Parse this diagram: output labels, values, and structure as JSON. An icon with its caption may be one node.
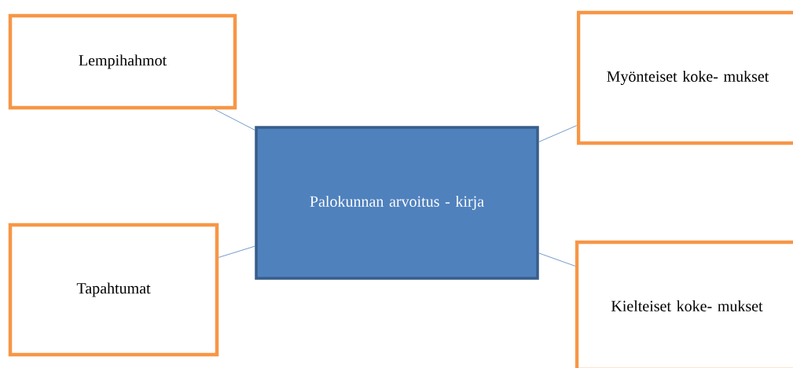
{
  "diagram": {
    "nodes": [
      {
        "text": [
          "Palokunnan arvoitus - kirja"
        ]
      },
      {
        "text": [
          "Lempihahmot"
        ]
      },
      {
        "text": [
          "Myönteiset koke- mukset"
        ]
      },
      {
        "text": [
          "Tapahtumat"
        ]
      },
      {
        "text": [
          "Kielteiset koke- mukset"
        ]
      }
    ],
    "edges": [
      {
        "from": 1,
        "to": 0,
        "arrow": "none"
      },
      {
        "from": 2,
        "to": 0,
        "arrow": "none"
      },
      {
        "from": 3,
        "to": 0,
        "arrow": "none"
      },
      {
        "from": 4,
        "to": 0,
        "arrow": "none"
      }
    ]
  }
}
